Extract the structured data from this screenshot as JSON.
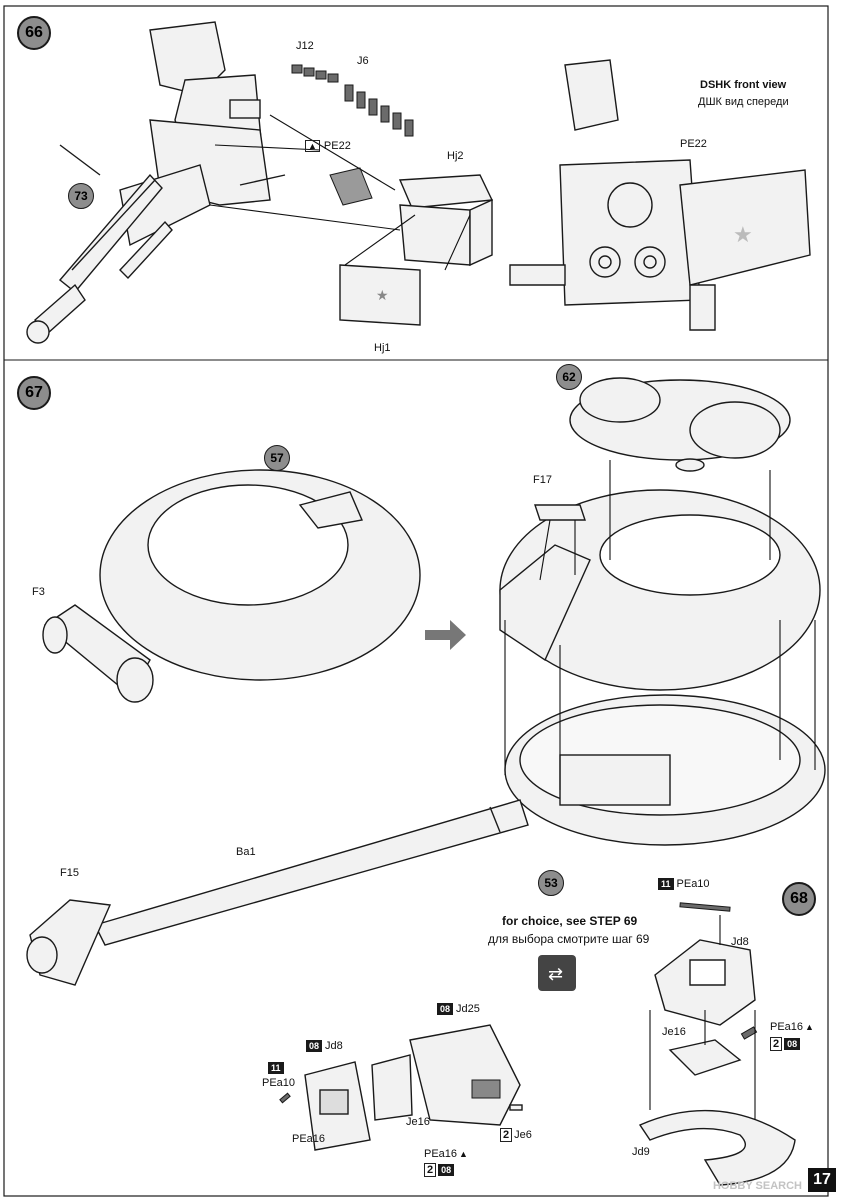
{
  "steps": {
    "s66": "66",
    "s67": "67",
    "s68": "68"
  },
  "step66": {
    "ref_73": "73",
    "parts": [
      "J12",
      "J6",
      "PE22",
      "Hj2",
      "Hj1"
    ],
    "front_view_en": "DSHK front view",
    "front_view_ru": "ДШК вид спереди",
    "front_pe": "PE22"
  },
  "step67": {
    "ref_57": "57",
    "ref_62": "62",
    "ref_53": "53",
    "parts": {
      "f3": "F3",
      "f17": "F17",
      "f15": "F15",
      "ba1": "Ba1"
    }
  },
  "choice": {
    "en": "for choice, see STEP 69",
    "ru": "для выбора смотрите шаг 69"
  },
  "hatch_left": {
    "sprue_11": "11",
    "pea10": "PEa10",
    "sprue_08_a": "08",
    "jd8": "Jd8",
    "sprue_08_b": "08",
    "jd25": "Jd25",
    "je16": "Je16",
    "pea16_a": "PEa16",
    "qty_a": "2",
    "je6": "Je6",
    "pea16_b": "PEa16",
    "qty_b": "2",
    "sprue_08_c": "08"
  },
  "step68_parts": {
    "sprue_11": "11",
    "pea10": "PEa10",
    "jd8": "Jd8",
    "je16": "Je16",
    "pea16": "PEa16",
    "qty": "2",
    "sprue_08": "08",
    "jd9": "Jd9"
  },
  "page_number": "17",
  "watermark": "HOBBY SEARCH"
}
